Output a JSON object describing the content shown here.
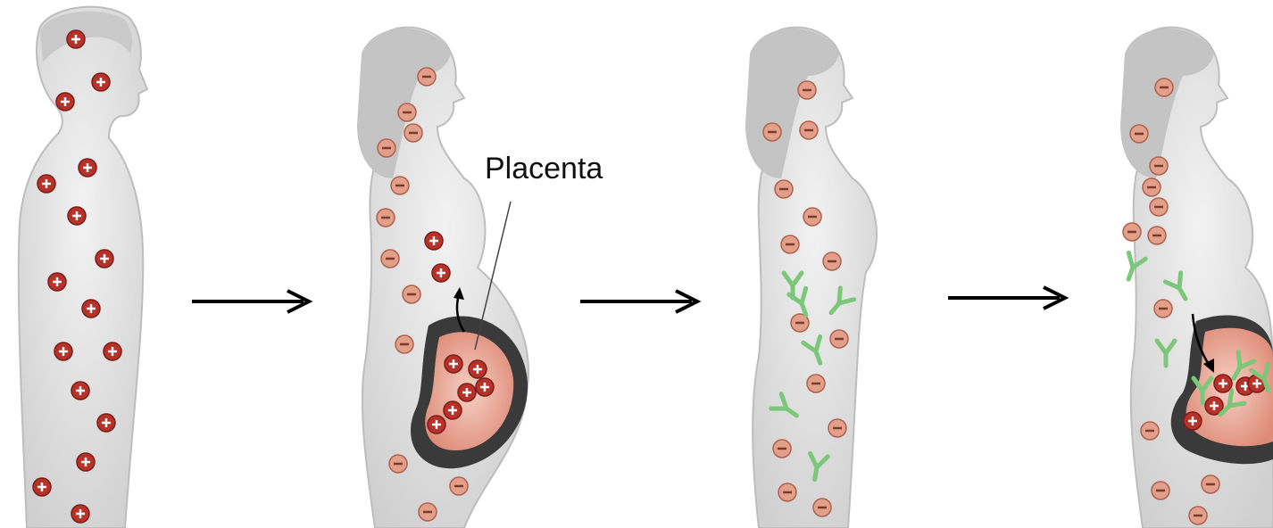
{
  "labels": {
    "placenta": "Placenta"
  },
  "colors": {
    "body_fill": "#d9d9d9",
    "body_stroke": "#b5b5b5",
    "rh_positive": "#b8322a",
    "rh_negative": "#e2a08a",
    "antibody": "#7cc77a",
    "womb_outline": "#2b2b2b",
    "fetus": "#e98e7e",
    "arrow": "#000000"
  },
  "icons": [
    "rh-positive-cell-icon",
    "rh-negative-cell-icon",
    "antibody-icon",
    "right-arrow-icon"
  ],
  "panels": [
    {
      "id": "father",
      "rh": "positive"
    },
    {
      "id": "first-pregnancy",
      "rh": "negative"
    },
    {
      "id": "sensitized-mother",
      "rh": "negative"
    },
    {
      "id": "second-pregnancy",
      "rh": "negative"
    }
  ]
}
